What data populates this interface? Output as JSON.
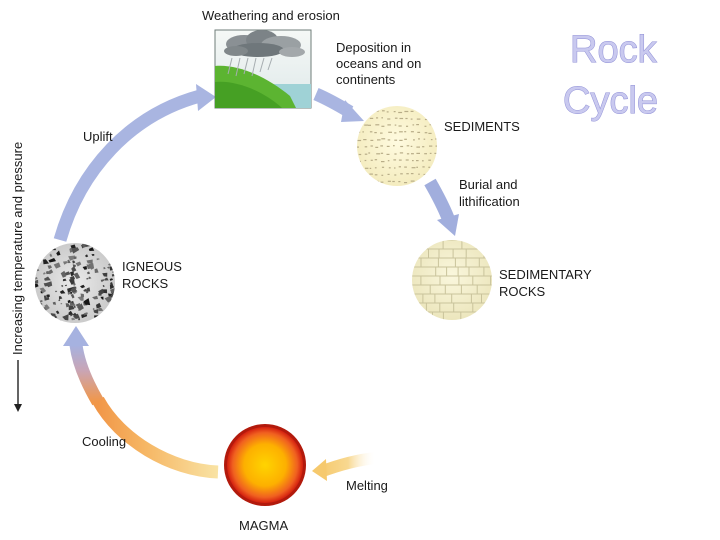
{
  "title": {
    "line1": "Rock",
    "line2": "Cycle"
  },
  "labels": {
    "weathering": "Weathering and erosion",
    "deposition": [
      "Deposition in",
      "oceans and on",
      "continents"
    ],
    "sediments": "SEDIMENTS",
    "burial": [
      "Burial and",
      "lithification"
    ],
    "sedimentary": [
      "SEDIMENTARY",
      "ROCKS"
    ],
    "melting": "Melting",
    "magma": "MAGMA",
    "cooling": "Cooling",
    "igneous": [
      "IGNEOUS",
      "ROCKS"
    ],
    "uplift": "Uplift",
    "side_axis": "Increasing temperature and pressure"
  },
  "colors": {
    "arrow_cool": "#a8b4e0",
    "arrow_warm_start": "#f4a34c",
    "arrow_warm_end": "#f8e0a0",
    "magma_core": "#ffd400",
    "magma_edge": "#d42010",
    "title_fill": "#c9c9ef"
  }
}
